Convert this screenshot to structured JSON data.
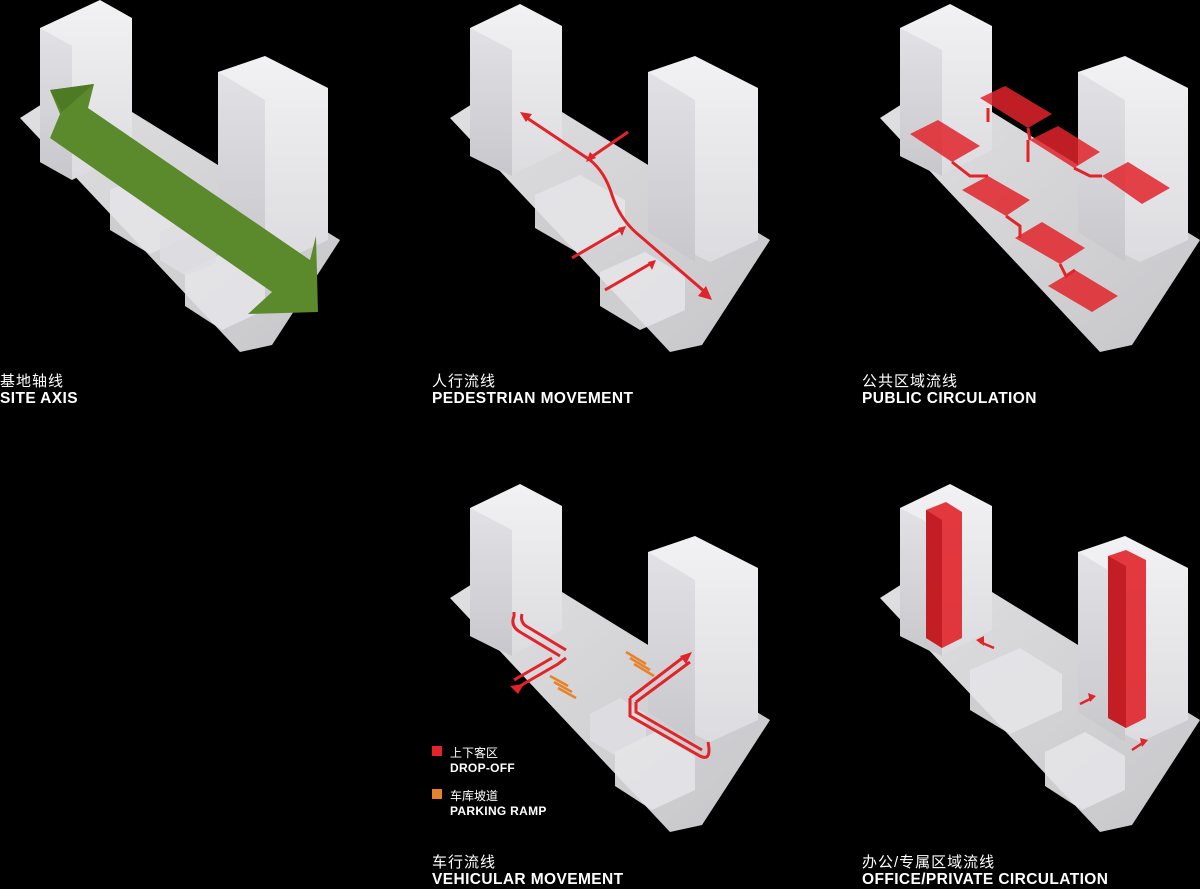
{
  "colors": {
    "background": "#000000",
    "green_axis": "#5a8a2c",
    "red_flow": "#e0242a",
    "orange_ramp": "#e8822a",
    "massing": "#e9e9ec"
  },
  "panels": {
    "site_axis": {
      "cn": "基地轴线",
      "en": "SITE AXIS"
    },
    "pedestrian": {
      "cn": "人行流线",
      "en": "PEDESTRIAN MOVEMENT"
    },
    "public": {
      "cn": "公共区域流线",
      "en": "PUBLIC CIRCULATION"
    },
    "vehicular": {
      "cn": "车行流线",
      "en": "VEHICULAR MOVEMENT"
    },
    "office": {
      "cn": "办公/专属区域流线",
      "en": "OFFICE/PRIVATE CIRCULATION"
    }
  },
  "legend": {
    "dropoff": {
      "cn": "上下客区",
      "en": "DROP-OFF"
    },
    "ramp": {
      "cn": "车库坡道",
      "en": "PARKING RAMP"
    }
  }
}
